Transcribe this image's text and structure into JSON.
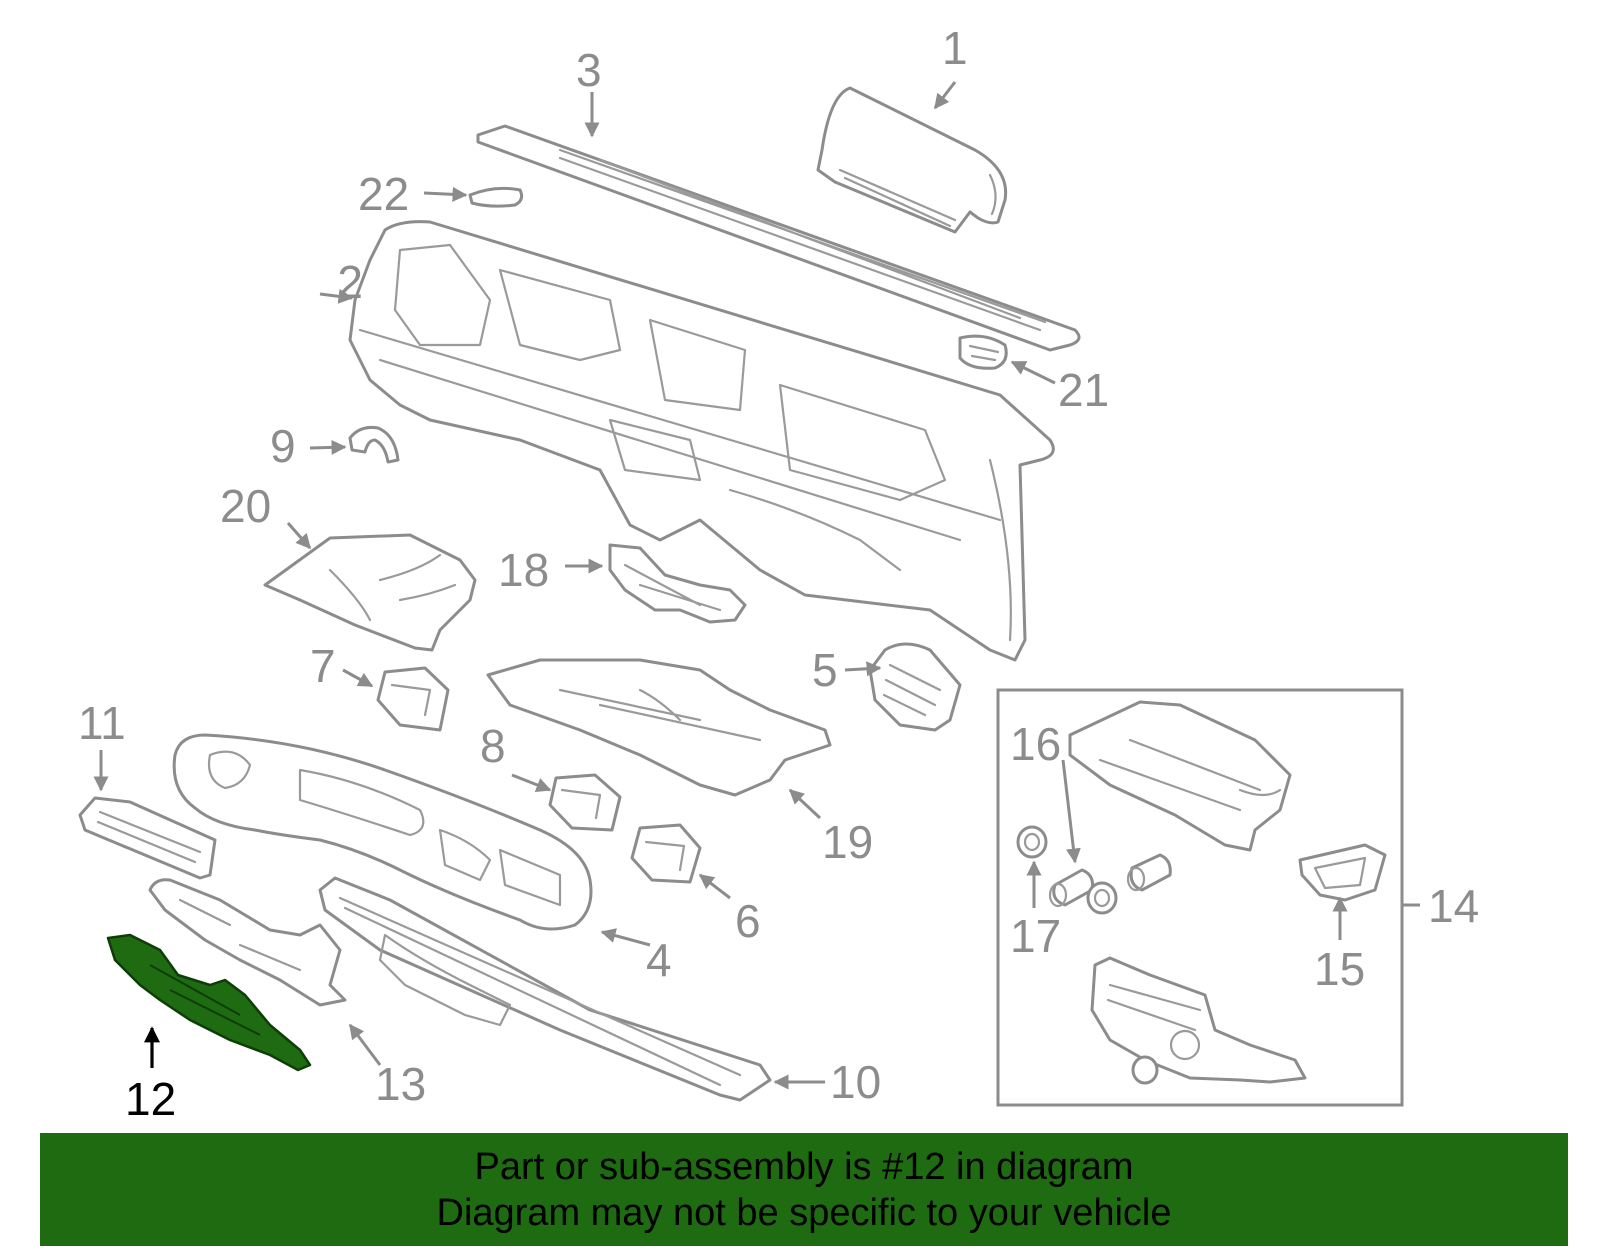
{
  "colors": {
    "outline": "#8c8c8c",
    "highlight_part": "#1e6b12",
    "highlight_text": "#000000",
    "banner_background": "#1e6b12",
    "banner_text": "#000000",
    "background": "#ffffff"
  },
  "highlighted_part": "12",
  "callouts": [
    {
      "id": "1",
      "label": "1"
    },
    {
      "id": "2",
      "label": "2"
    },
    {
      "id": "3",
      "label": "3"
    },
    {
      "id": "4",
      "label": "4"
    },
    {
      "id": "5",
      "label": "5"
    },
    {
      "id": "6",
      "label": "6"
    },
    {
      "id": "7",
      "label": "7"
    },
    {
      "id": "8",
      "label": "8"
    },
    {
      "id": "9",
      "label": "9"
    },
    {
      "id": "10",
      "label": "10"
    },
    {
      "id": "11",
      "label": "11"
    },
    {
      "id": "12",
      "label": "12"
    },
    {
      "id": "13",
      "label": "13"
    },
    {
      "id": "14",
      "label": "14"
    },
    {
      "id": "15",
      "label": "15"
    },
    {
      "id": "16",
      "label": "16"
    },
    {
      "id": "17",
      "label": "17"
    },
    {
      "id": "18",
      "label": "18"
    },
    {
      "id": "19",
      "label": "19"
    },
    {
      "id": "20",
      "label": "20"
    },
    {
      "id": "21",
      "label": "21"
    },
    {
      "id": "22",
      "label": "22"
    }
  ],
  "banner": {
    "line1": "Part or sub-assembly is #12 in diagram",
    "line2": "Diagram may not be specific to your vehicle"
  }
}
